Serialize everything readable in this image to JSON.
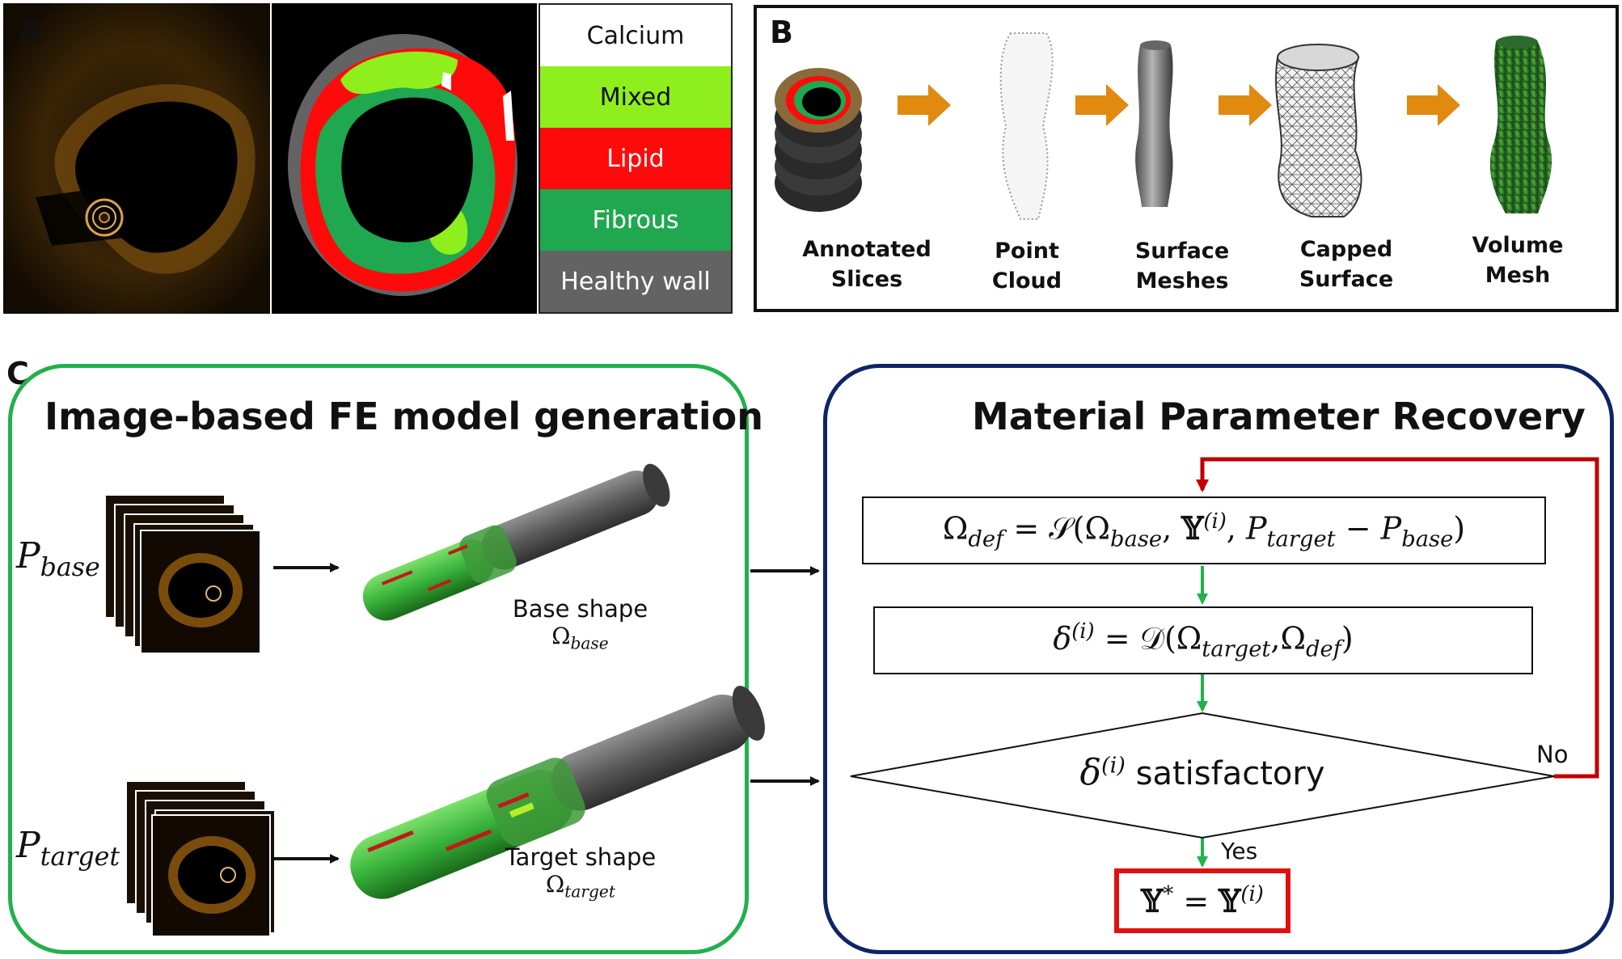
{
  "panels": {
    "a": "A",
    "b": "B",
    "c": "C"
  },
  "legend": [
    {
      "label": "Calcium",
      "bg": "#ffffff",
      "fg": "#111111"
    },
    {
      "label": "Mixed",
      "bg": "#8fef1c",
      "fg": "#111111"
    },
    {
      "label": "Lipid",
      "bg": "#ff0a0a",
      "fg": "#ffffff"
    },
    {
      "label": "Fibrous",
      "bg": "#1fa84f",
      "fg": "#ffffff"
    },
    {
      "label": "Healthy wall",
      "bg": "#636363",
      "fg": "#ffffff"
    }
  ],
  "pipeline": {
    "stages": [
      {
        "line1": "Annotated",
        "line2": "Slices"
      },
      {
        "line1": "Point",
        "line2": "Cloud"
      },
      {
        "line1": "Surface",
        "line2": "Meshes"
      },
      {
        "line1": "Capped",
        "line2": "Surface"
      },
      {
        "line1": "Volume",
        "line2": "Mesh"
      }
    ]
  },
  "generation": {
    "title": "Image-based FE model generation",
    "p_base": {
      "sym": "P",
      "sub": "base"
    },
    "p_target": {
      "sym": "P",
      "sub": "target"
    },
    "base_shape": {
      "label": "Base shape",
      "sym": "Ω",
      "sub": "base"
    },
    "target_shape": {
      "label": "Target shape",
      "sym": "Ω",
      "sub": "target"
    }
  },
  "recovery": {
    "title": "Material Parameter Recovery",
    "eq1": {
      "lhs": "Ω",
      "lhs_sub": "def",
      "op": "𝒮",
      "omega_sub": "base",
      "Y": "𝕐",
      "iter": "(i)",
      "pt_sub": "target",
      "pb_sub": "base"
    },
    "eq2": {
      "lhs": "δ",
      "iter": "(i)",
      "op": "𝒟",
      "omega_t_sub": "target",
      "omega_d_sub": "def"
    },
    "decision": {
      "sym": "δ",
      "iter": "(i)",
      "text": "satisfactory"
    },
    "no_label": "No",
    "yes_label": "Yes",
    "result": {
      "Y": "𝕐",
      "star": "*",
      "iter": "(i)"
    }
  },
  "colors": {
    "green_frame": "#22b14c",
    "navy_frame": "#0e2466",
    "red_feedback": "#c00000",
    "result_border": "#e01010",
    "arrow_orange": "#e08a10"
  }
}
